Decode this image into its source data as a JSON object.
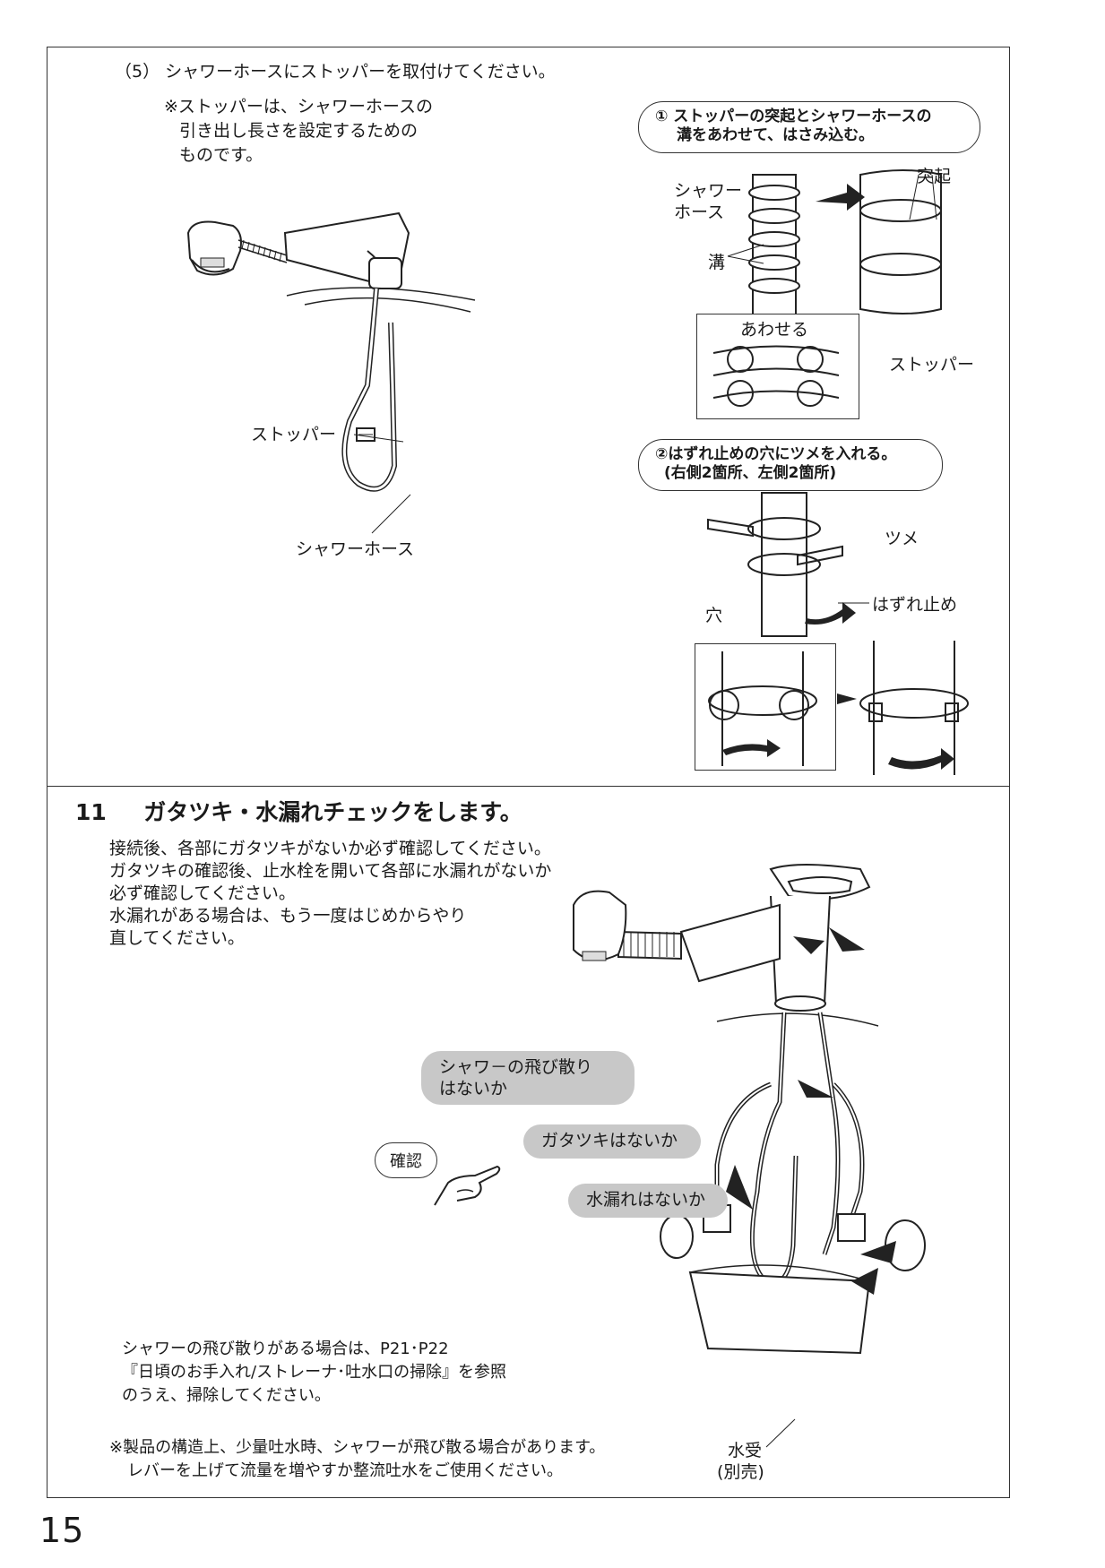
{
  "step5": {
    "title": "（5） シャワーホースにストッパーを取付けてください。",
    "note_lines": [
      "※ストッパーは、シャワーホースの",
      "引き出し長さを設定するための",
      "ものです。"
    ],
    "label_stopper": "ストッパー",
    "label_shower_hose": "シャワーホース",
    "callout1_lines": [
      "① ストッパーの突起とシャワーホースの",
      "溝をあわせて、はさみ込む。"
    ],
    "label_hose_1": "シャワー",
    "label_hose_2": "ホース",
    "label_protrusion": "突起",
    "label_groove": "溝",
    "label_align": "あわせる",
    "label_stopper_right": "ストッパー",
    "callout2_lines": [
      "②はずれ止めの穴にツメを入れる。",
      "(右側2箇所、左側2箇所)"
    ],
    "label_tab": "ツメ",
    "label_hole": "穴",
    "label_catch": "はずれ止め"
  },
  "step11": {
    "number": "11",
    "title": "ガタツキ・水漏れチェックをします。",
    "body_lines": [
      "接続後、各部にガタツキがないか必ず確認してください。",
      "ガタツキの確認後、止水栓を開いて各部に水漏れがないか",
      "必ず確認してください。",
      "水漏れがある場合は、もう一度はじめからやり",
      "直してください。"
    ],
    "bubble_shower_lines": [
      "シャワ－の飛び散り",
      "はないか"
    ],
    "bubble_rattle": "ガタツキはないか",
    "bubble_leak": "水漏れはないか",
    "confirm_label": "確認",
    "splash_lines": [
      "シャワーの飛び散りがある場合は、P21･P22",
      "『日頃のお手入れ/ストレーナ･吐水口の掃除』を参照",
      "のうえ、掃除してください。"
    ],
    "caution_lines": [
      "※製品の構造上、少量吐水時、シャワーが飛び散る場合があります。",
      "レバーを上げて流量を増やすか整流吐水をご使用ください。"
    ],
    "water_tray_1": "水受",
    "water_tray_2": "(別売)"
  },
  "page_number": "15"
}
